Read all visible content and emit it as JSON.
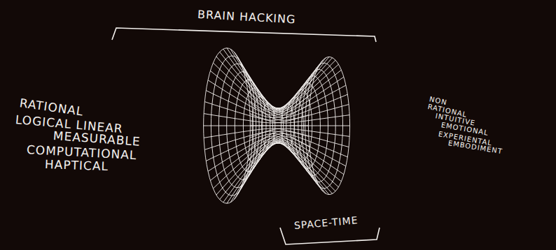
{
  "diagram": {
    "title": "BRAIN HACKING",
    "labels": [
      "RATIONAL",
      "LOGICAL LINEAR",
      "MEASURABLE",
      "COMPUTATIONAL",
      "HAPTICAL",
      "NON RATIONAL",
      "INTUITIVE",
      "EMOTIONAL",
      "EXPERIENTAL",
      "EMBODIMENT",
      "SPACE-TIME"
    ]
  }
}
